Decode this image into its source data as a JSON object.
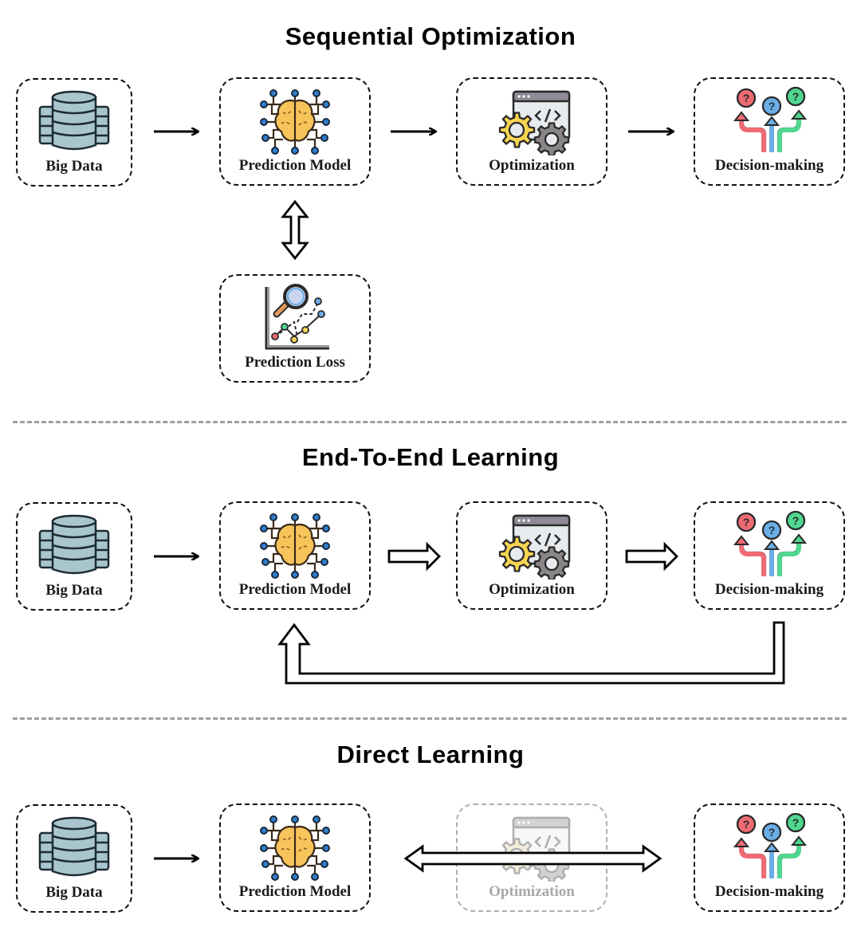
{
  "sections": [
    {
      "title": "Sequential Optimization",
      "nodes": {
        "big_data": "Big Data",
        "prediction_model": "Prediction Model",
        "optimization": "Optimization",
        "decision_making": "Decision-making",
        "prediction_loss": "Prediction Loss"
      },
      "arrows": [
        "big-data-to-prediction-model (thin)",
        "prediction-model-to-optimization (thin)",
        "optimization-to-decision-making (thin)",
        "prediction-model-prediction-loss (double-headed hollow)"
      ]
    },
    {
      "title": "End-To-End Learning",
      "nodes": {
        "big_data": "Big Data",
        "prediction_model": "Prediction Model",
        "optimization": "Optimization",
        "decision_making": "Decision-making"
      },
      "arrows": [
        "big-data-to-prediction-model (thin)",
        "prediction-model-to-optimization (hollow)",
        "optimization-to-decision-making (hollow)",
        "decision-making-feedback-to-prediction-model (hollow loop)"
      ]
    },
    {
      "title": "Direct Learning",
      "nodes": {
        "big_data": "Big Data",
        "prediction_model": "Prediction Model",
        "optimization": "Optimization",
        "decision_making": "Decision-making"
      },
      "faded": [
        "optimization"
      ],
      "arrows": [
        "big-data-to-prediction-model (thin)",
        "prediction-model-decision-making (double-headed hollow, bypassing optimization)"
      ]
    }
  ],
  "icons": {
    "big_data": "database-icon",
    "prediction_model": "brain-circuit-icon",
    "optimization": "code-window-gears-icon",
    "decision_making": "question-branches-icon",
    "prediction_loss": "chart-magnifier-icon"
  },
  "colors": {
    "database": "#a9c6cf",
    "brain": "#f7c35b",
    "node_dot": "#2f7fd1",
    "gear_yellow": "#f7d453",
    "gear_gray": "#8a8688",
    "choice_red": "#ef6b73",
    "choice_blue": "#6aaee8",
    "choice_green": "#4fd68f",
    "separator": "#9e9e9e"
  }
}
